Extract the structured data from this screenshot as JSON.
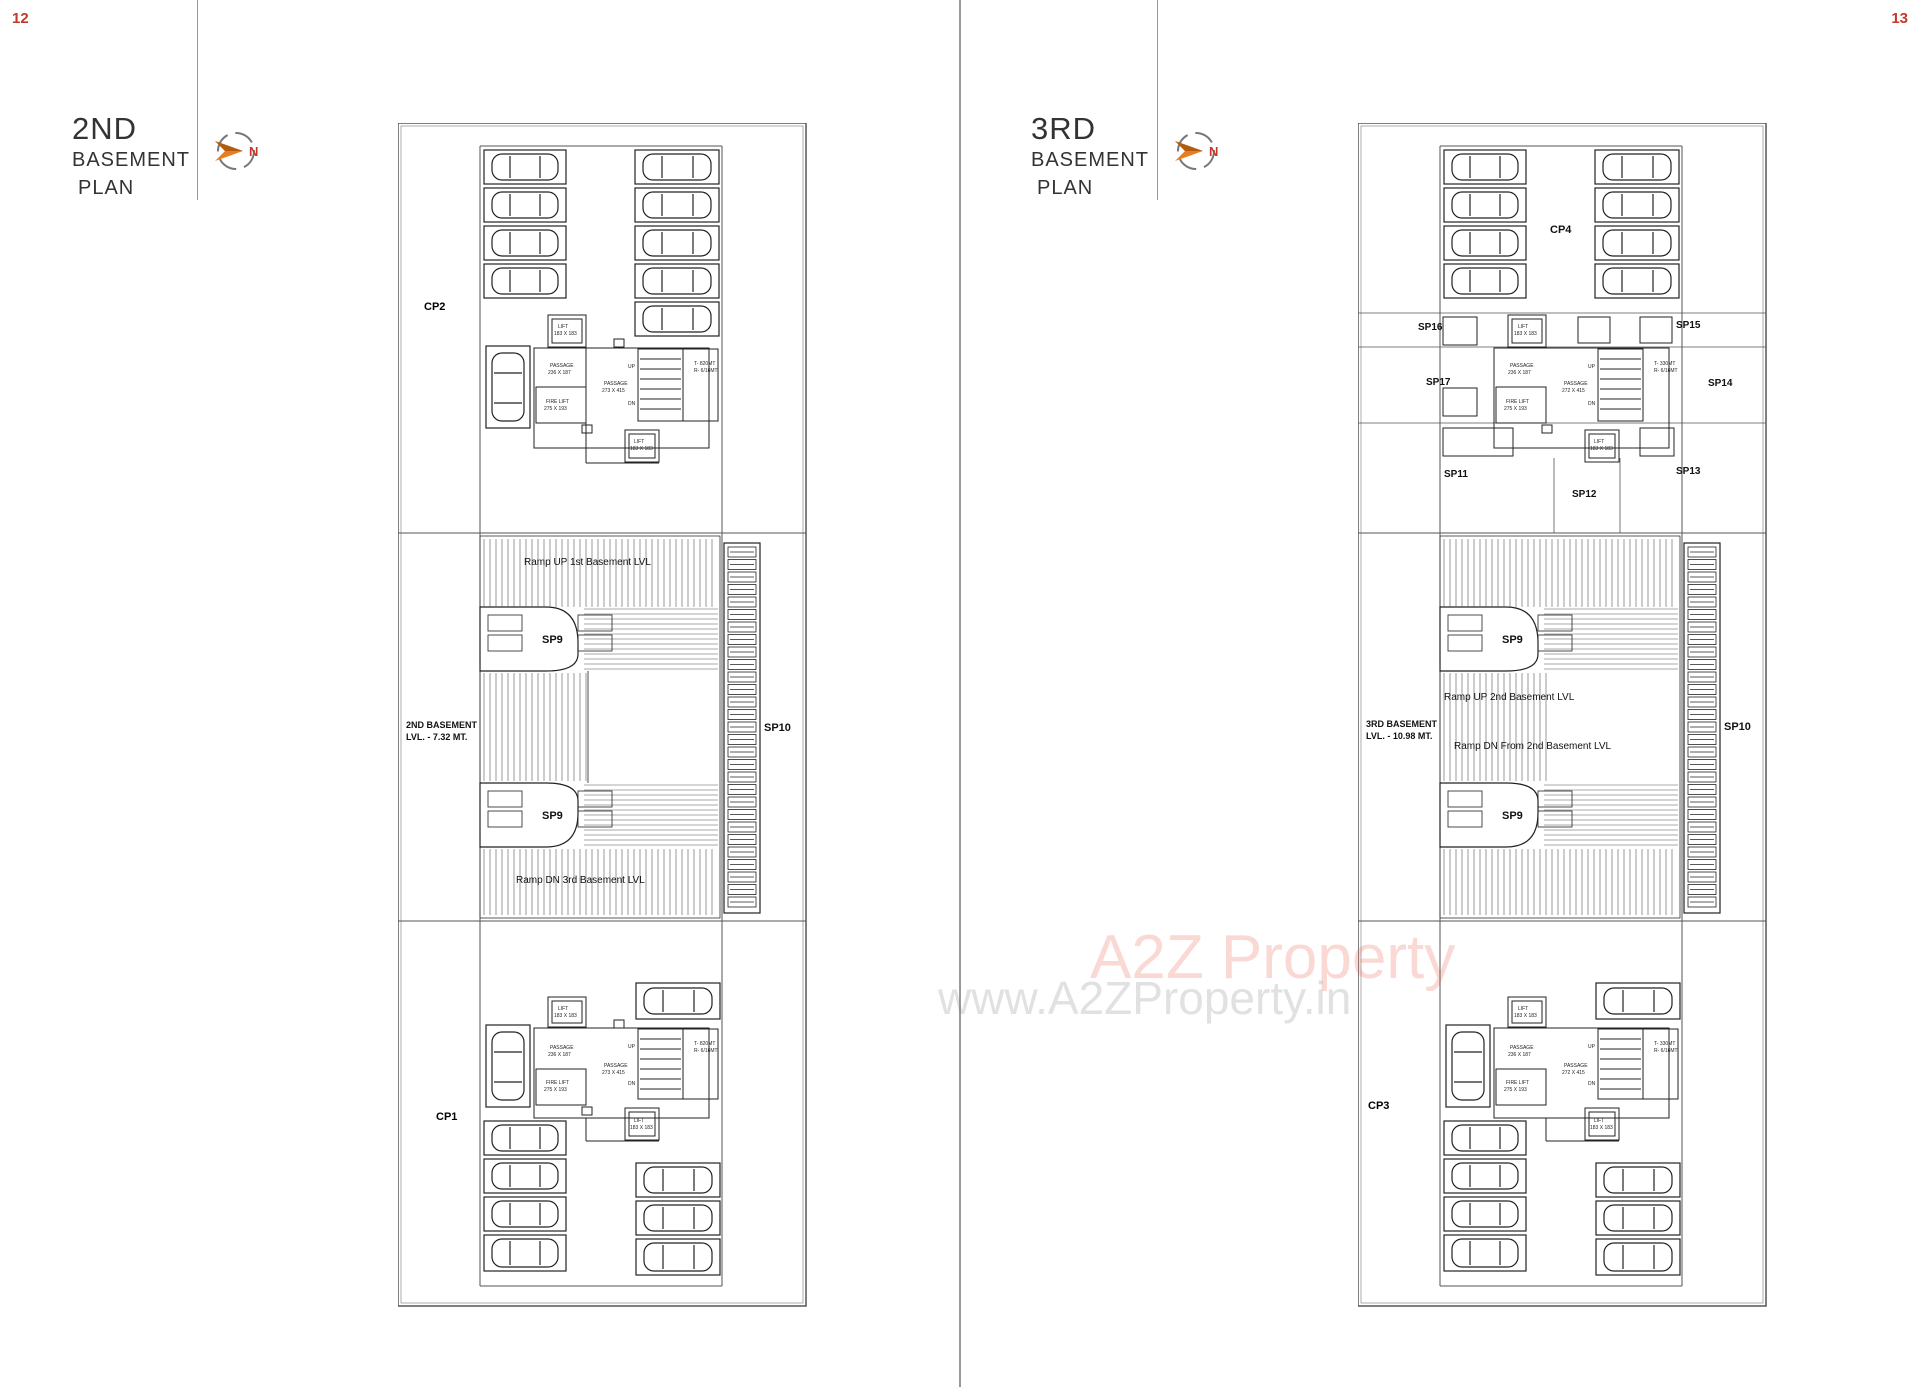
{
  "left_page": {
    "page_number": "12",
    "title": {
      "line1": "2ND",
      "line2": "BASEMENT",
      "line3": "PLAN"
    },
    "compass_letter": "N",
    "zones": {
      "top": "CP2",
      "bottom": "CP1",
      "side": "SP10",
      "mid_upper": "SP9",
      "mid_lower": "SP9"
    },
    "level": {
      "line1": "2ND BASEMENT",
      "line2": "LVL. - 7.32 MT."
    },
    "ramps": {
      "upper": "Ramp UP 1st Basement LVL",
      "lower": "Ramp DN 3rd Basement LVL"
    },
    "core_labels": {
      "lift_a": "LIFT",
      "lift_a_size": "183 X 183",
      "passage_a": "PASSAGE",
      "passage_a_size": "236 X 187",
      "passage_b": "PASSAGE",
      "passage_b_size": "273 X 415",
      "fire_lift": "FIRE LIFT",
      "fire_lift_size": "275 X 193",
      "lift_b": "LIFT",
      "lift_b_size": "183 X 183",
      "up": "UP",
      "dn": "DN",
      "stair_t": "T- 820MT",
      "stair_r": "R- 6/16MT"
    }
  },
  "right_page": {
    "page_number": "13",
    "title": {
      "line1": "3RD",
      "line2": "BASEMENT",
      "line3": "PLAN"
    },
    "compass_letter": "N",
    "zones": {
      "top": "CP4",
      "bottom": "CP3",
      "side": "SP10",
      "mid_upper": "SP9",
      "mid_lower": "SP9",
      "sp16": "SP16",
      "sp15": "SP15",
      "sp17": "SP17",
      "sp14": "SP14",
      "sp11": "SP11",
      "sp12": "SP12",
      "sp13": "SP13"
    },
    "level": {
      "line1": "3RD BASEMENT",
      "line2": "LVL. - 10.98 MT."
    },
    "ramps": {
      "upper": "Ramp UP 2nd Basement LVL",
      "lower": "Ramp DN From 2nd Basement LVL"
    },
    "core_labels": {
      "lift_a": "LIFT",
      "lift_a_size": "183 X 183",
      "passage_a": "PASSAGE",
      "passage_a_size": "236 X 187",
      "passage_b": "PASSAGE",
      "passage_b_size": "272 X 415",
      "fire_lift": "FIRE LIFT",
      "fire_lift_size": "275 X 193",
      "lift_b": "LIFT",
      "lift_b_size": "183 X 183",
      "up": "UP",
      "dn": "DN",
      "stair_t": "T- 330MT",
      "stair_r": "R- 6/16MT"
    }
  },
  "watermark": {
    "brand": "A2Z Property",
    "url": "www.A2ZProperty.in"
  },
  "colors": {
    "page_number": "#c0392b",
    "compass_orange": "#e67e22",
    "watermark_red": "#e74c3c",
    "watermark_blue": "#5dade2",
    "watermark_green": "#82e0aa"
  }
}
